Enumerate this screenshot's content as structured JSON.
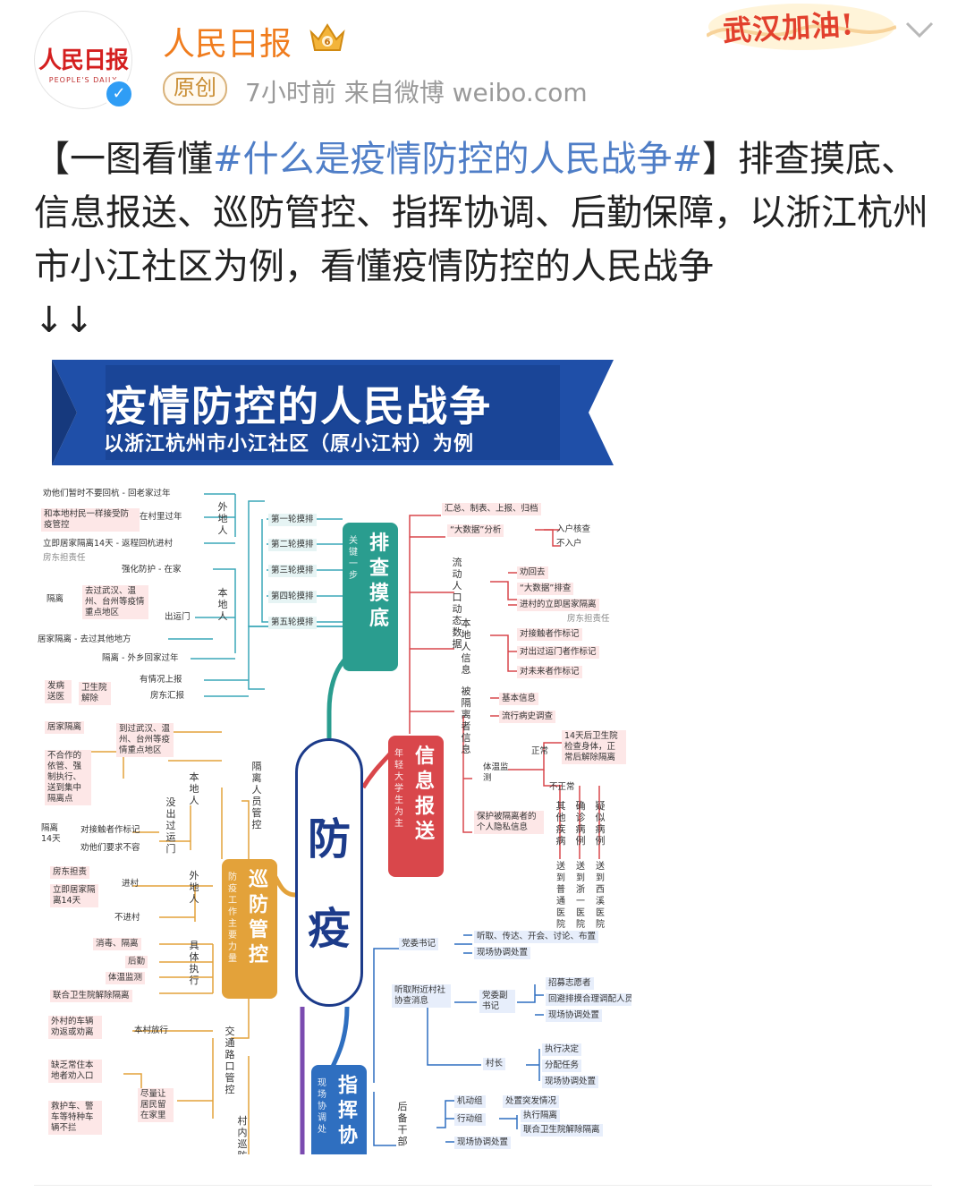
{
  "header": {
    "avatar_logo": "人民日报",
    "avatar_sub": "PEOPLE'S DAILY",
    "verified_mark": "✓",
    "username": "人民日报",
    "vip_level": "6",
    "original_tag": "原创",
    "meta": "7小时前  来自微博 weibo.com",
    "banner": "武汉加油!",
    "icons": [
      "crown-icon",
      "verified-icon",
      "chevron-down-icon"
    ]
  },
  "post": {
    "prefix": "【一图看懂",
    "hashtag": "#什么是疫情防控的人民战争#",
    "body": "】排查摸底、信息报送、巡防管控、指挥协调、后勤保障，以浙江杭州市小江社区为例，看懂疫情防控的人民战争",
    "arrows": "↓↓"
  },
  "infographic": {
    "title": "疫情防控的人民战争",
    "subtitle": "以浙江杭州市小江社区（原小江村）为例",
    "center": [
      "防",
      "疫"
    ],
    "branches": {
      "paicha": {
        "title": "排查摸底",
        "sub": "关键一步",
        "color": "#2a9d8f"
      },
      "xinxi": {
        "title": "信息报送",
        "sub": "年轻大学生为主",
        "color": "#d9474b"
      },
      "xunfang": {
        "title": "巡防管控",
        "sub": "防疫工作主要力量",
        "color": "#e3a23a"
      },
      "zhihui": {
        "title": "指挥协",
        "sub": "现场协调处",
        "color": "#2f6fc0"
      }
    },
    "left_top": {
      "items": [
        "劝他们暂时不要回杭 - 回老家过年",
        "和本地村民一样接受防疫管控",
        "在村里过年",
        "立即居家隔离14天 - 返程回杭进村",
        "房东担责任",
        "强化防护 - 在家",
        "去过武汉、温州、台州等疫情重点地区",
        "隔离",
        "出运门",
        "居家隔离 - 去过其他地方",
        "隔离 - 外乡回家过年",
        "有情况上报",
        "房东汇报"
      ],
      "waidi": "外地人",
      "bendi": "本地人",
      "rounds": [
        "第一轮摸排",
        "第二轮摸排",
        "第三轮摸排",
        "第四轮摸排",
        "第五轮摸排"
      ]
    },
    "right_top": {
      "items": [
        "汇总、制表、上报、归档",
        "“大数据”分析",
        "入户核查",
        "不入户",
        "劝回去",
        "“大数据”排查",
        "进村的立即居家隔离",
        "房东担责任",
        "对接触者作标记",
        "对出过运门者作标记",
        "对未来者作标记",
        "基本信息",
        "流行病史调查",
        "14天后卫生院检查身体，正常后解除隔离",
        "正常",
        "体温监测",
        "不正常",
        "保护被隔离者的个人隐私信息"
      ],
      "groups": [
        "流动人口动态数据",
        "本地人信息",
        "被隔离者信息"
      ],
      "verticals": [
        "其他疾病",
        "确诊病例",
        "疑似病例"
      ],
      "vertical_dest": [
        "送到普通医院",
        "送到浙一医院",
        "送到西溪医院"
      ]
    },
    "left_bottom": {
      "items": [
        "发病送医",
        "卫生院解除",
        "居家隔离",
        "到过武汉、温州、台州等疫情重点地区",
        "不合作的依管、强制执行、送到集中隔离点",
        "隔离14天",
        "对接触者作标记",
        "劝他们要求不容",
        "房东担责",
        "立即居家隔离14天",
        "进村",
        "不进村",
        "消毒、隔离",
        "后勤",
        "体温监测",
        "联合卫生院解除隔离",
        "外村的车辆劝返或劝离",
        "本村放行",
        "缺乏常住本地者劝入口",
        "救护车、警车等特种车辆不拦",
        "尽量让居民留在家里"
      ],
      "verticals": [
        "隔离人员管控",
        "本地人",
        "没出过运门",
        "外地人",
        "具体执行",
        "交通路口管控",
        "村内巡防"
      ]
    },
    "right_bottom": {
      "items": [
        "党委书记",
        "听取、传达、开会、讨论、布置",
        "现场协调处置",
        "听取附近村社协查消息",
        "党委副书记",
        "招募志愿者",
        "回避排摸合理调配人员",
        "现场协调处置",
        "村长",
        "执行决定",
        "分配任务",
        "现场协调处置",
        "后备干部",
        "机动组",
        "处置突发情况",
        "行动组",
        "执行隔离",
        "联合卫生院解除隔离",
        "现场协调处置"
      ]
    }
  }
}
